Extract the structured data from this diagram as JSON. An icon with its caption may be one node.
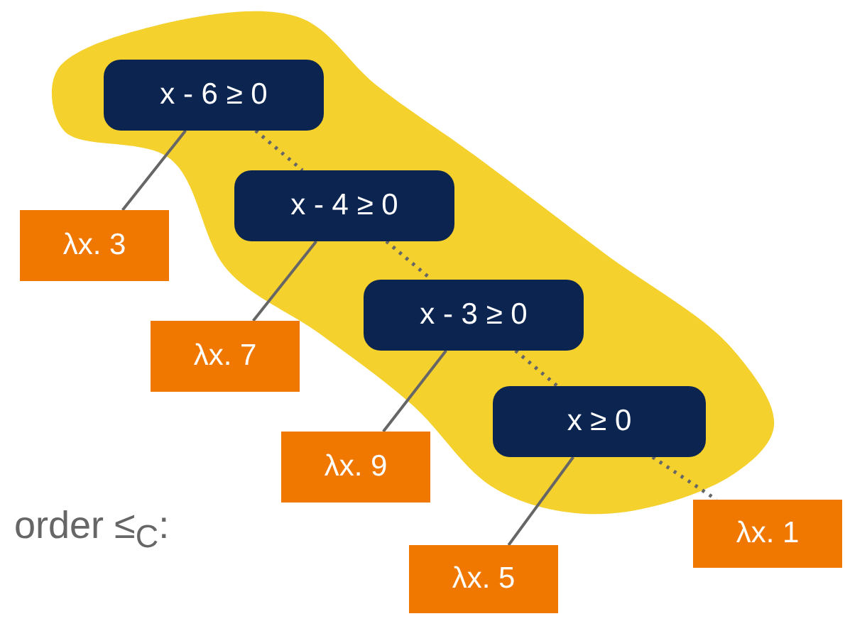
{
  "diagram": {
    "nodes": [
      {
        "text": [
          "x - 6 ≥ 0"
        ]
      },
      {
        "text": [
          "λx. 3"
        ]
      },
      {
        "text": [
          "x - 4 ≥ 0"
        ]
      },
      {
        "text": [
          "λx. 7"
        ]
      },
      {
        "text": [
          "x - 3 ≥ 0"
        ]
      },
      {
        "text": [
          "λx. 9"
        ]
      },
      {
        "text": [
          "x ≥ 0"
        ]
      },
      {
        "text": [
          "λx. 5"
        ]
      },
      {
        "text": [
          "λx. 1"
        ]
      }
    ],
    "edges": [
      {
        "from": 0,
        "to": 1,
        "arrow": "none"
      },
      {
        "from": 0,
        "to": 2,
        "arrow": "none",
        "style": "dashed"
      },
      {
        "from": 2,
        "to": 3,
        "arrow": "none"
      },
      {
        "from": 2,
        "to": 4,
        "arrow": "none",
        "style": "dashed"
      },
      {
        "from": 4,
        "to": 5,
        "arrow": "none"
      },
      {
        "from": 4,
        "to": 6,
        "arrow": "none",
        "style": "dashed"
      },
      {
        "from": 6,
        "to": 7,
        "arrow": "none"
      },
      {
        "from": 6,
        "to": 8,
        "arrow": "none",
        "style": "dashed"
      }
    ],
    "labels": [
      "order ≤$_{C}$:"
    ]
  }
}
